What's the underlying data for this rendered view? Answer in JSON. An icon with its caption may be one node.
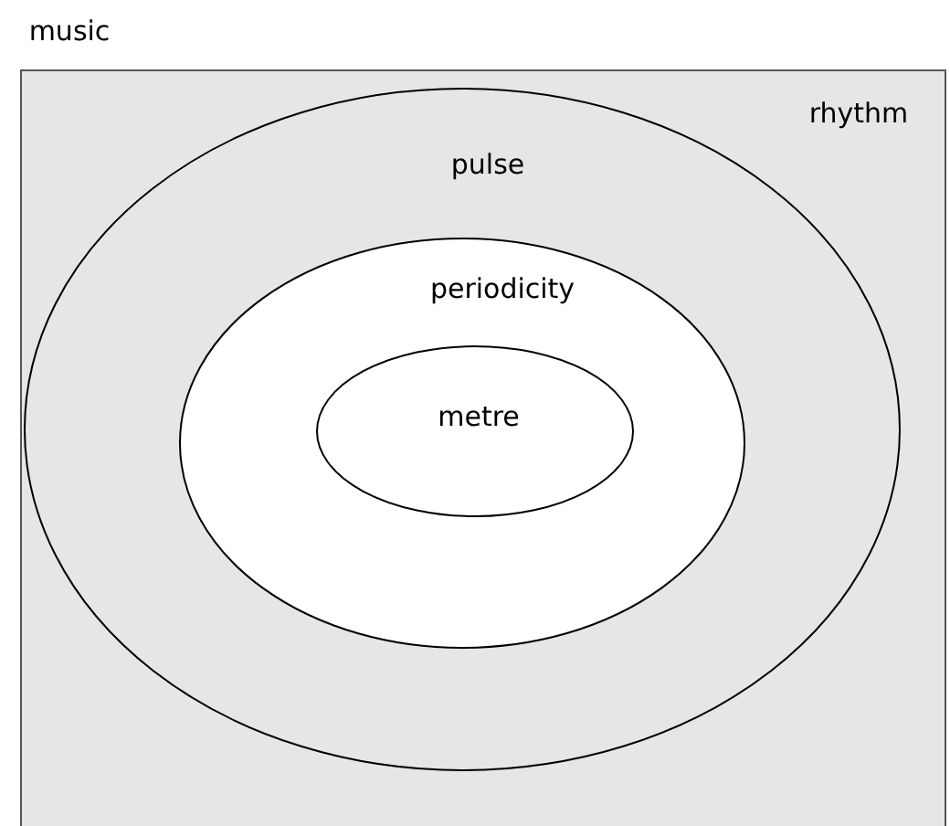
{
  "diagram": {
    "nodes": [
      {
        "text": [
          "music",
          "rhythm"
        ]
      },
      {
        "text": [
          "pulse"
        ],
        "in": 0
      },
      {
        "text": [
          "periodicity"
        ],
        "in": 1
      },
      {
        "text": [
          "metre"
        ],
        "in": 2
      }
    ]
  }
}
